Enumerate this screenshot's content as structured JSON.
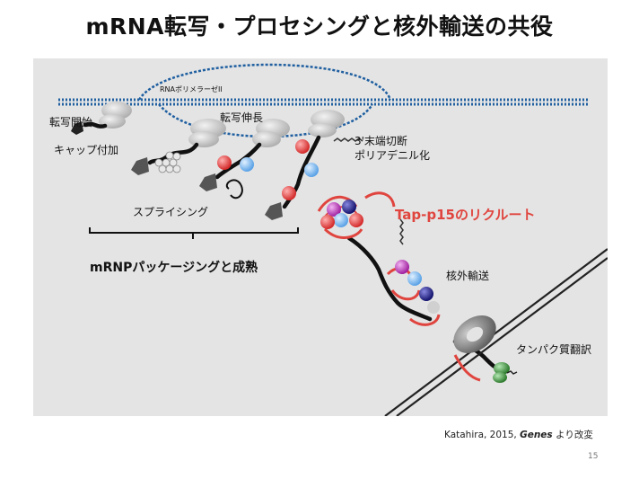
{
  "title": "mRNA転写・プロセシングと核外輸送の共役",
  "labels": {
    "rna_pol": "RNAポリメラーゼII",
    "transcription_start": "転写開始",
    "elongation": "転写伸長",
    "capping": "キャップ付加",
    "cleavage": "3'末端切断",
    "polyadenylation": "ポリアデニル化",
    "splicing": "スプライシング",
    "mrnp": "mRNPパッケージングと成熟",
    "tap": "Tap-p15のリクルート",
    "export": "核外輸送",
    "translation": "タンパク質翻訳"
  },
  "citation": {
    "before": "Katahira, 2015, ",
    "journal": "Genes",
    "after": " より改変"
  },
  "page_number": "15",
  "colors": {
    "dna": "#1f5fa0",
    "polymerase": "#cfcfcf",
    "red_factor": "#e84a4a",
    "blue_factor": "#7db8ec",
    "magenta_factor": "#c040c0",
    "navy_factor": "#2a2a90",
    "tap_red": "#e0443e",
    "ribosome": "#3a8a3a"
  }
}
